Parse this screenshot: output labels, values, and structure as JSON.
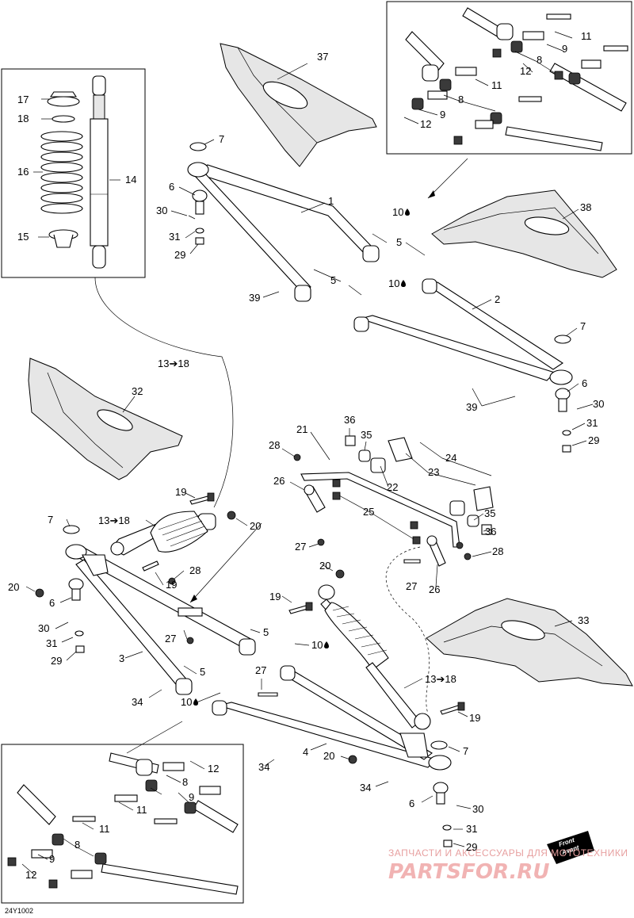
{
  "diagram": {
    "drawing_code": "24Y1002",
    "watermark_ru": "ЗАПЧАСТИ И АКСЕССУАРЫ ДЛЯ МОТОТЕХНИКИ",
    "watermark_brand": "PARTSFOR.RU",
    "front_badge_line1": "Front",
    "front_badge_line2": "Avant"
  },
  "callouts": [
    {
      "id": "c37",
      "text": "37"
    },
    {
      "id": "c7a",
      "text": "7"
    },
    {
      "id": "c6a",
      "text": "6"
    },
    {
      "id": "c30a",
      "text": "30"
    },
    {
      "id": "c31a",
      "text": "31"
    },
    {
      "id": "c29a",
      "text": "29"
    },
    {
      "id": "c1",
      "text": "1"
    },
    {
      "id": "c10a",
      "text": "10"
    },
    {
      "id": "c5a",
      "text": "5"
    },
    {
      "id": "c5b",
      "text": "5"
    },
    {
      "id": "c10b",
      "text": "10"
    },
    {
      "id": "c39a",
      "text": "39"
    },
    {
      "id": "c38",
      "text": "38"
    },
    {
      "id": "c2",
      "text": "2"
    },
    {
      "id": "c7b",
      "text": "7"
    },
    {
      "id": "c6b",
      "text": "6"
    },
    {
      "id": "c30b",
      "text": "30"
    },
    {
      "id": "c31b",
      "text": "31"
    },
    {
      "id": "c29b",
      "text": "29"
    },
    {
      "id": "c39b",
      "text": "39"
    },
    {
      "id": "c17",
      "text": "17"
    },
    {
      "id": "c18",
      "text": "18"
    },
    {
      "id": "c16",
      "text": "16"
    },
    {
      "id": "c14",
      "text": "14"
    },
    {
      "id": "c15",
      "text": "15"
    },
    {
      "id": "c13a",
      "text": "13➔18"
    },
    {
      "id": "c32",
      "text": "32"
    },
    {
      "id": "c21",
      "text": "21"
    },
    {
      "id": "c36a",
      "text": "36"
    },
    {
      "id": "c35a",
      "text": "35"
    },
    {
      "id": "c28a",
      "text": "28"
    },
    {
      "id": "c24",
      "text": "24"
    },
    {
      "id": "c22",
      "text": "22"
    },
    {
      "id": "c23",
      "text": "23"
    },
    {
      "id": "c26a",
      "text": "26"
    },
    {
      "id": "c25",
      "text": "25"
    },
    {
      "id": "c35b",
      "text": "35"
    },
    {
      "id": "c36b",
      "text": "36"
    },
    {
      "id": "c27a",
      "text": "27"
    },
    {
      "id": "c28b",
      "text": "28"
    },
    {
      "id": "c27b",
      "text": "27"
    },
    {
      "id": "c26b",
      "text": "26"
    },
    {
      "id": "c19a",
      "text": "19"
    },
    {
      "id": "c7c",
      "text": "7"
    },
    {
      "id": "c13b",
      "text": "13➔18"
    },
    {
      "id": "c20a",
      "text": "20"
    },
    {
      "id": "c19b",
      "text": "19"
    },
    {
      "id": "c28c",
      "text": "28"
    },
    {
      "id": "c20b",
      "text": "20"
    },
    {
      "id": "c6c",
      "text": "6"
    },
    {
      "id": "c30c",
      "text": "30"
    },
    {
      "id": "c31c",
      "text": "31"
    },
    {
      "id": "c29c",
      "text": "29"
    },
    {
      "id": "c27c",
      "text": "27"
    },
    {
      "id": "c3",
      "text": "3"
    },
    {
      "id": "c5c",
      "text": "5"
    },
    {
      "id": "c10c",
      "text": "10"
    },
    {
      "id": "c20c",
      "text": "20"
    },
    {
      "id": "c19c",
      "text": "19"
    },
    {
      "id": "c33",
      "text": "33"
    },
    {
      "id": "c5d",
      "text": "5"
    },
    {
      "id": "c34a",
      "text": "34"
    },
    {
      "id": "c10d",
      "text": "10"
    },
    {
      "id": "c27d",
      "text": "27"
    },
    {
      "id": "c13c",
      "text": "13➔18"
    },
    {
      "id": "c19d",
      "text": "19"
    },
    {
      "id": "c4",
      "text": "4"
    },
    {
      "id": "c20d",
      "text": "20"
    },
    {
      "id": "c7d",
      "text": "7"
    },
    {
      "id": "c34b",
      "text": "34"
    },
    {
      "id": "c34c",
      "text": "34"
    },
    {
      "id": "c6d",
      "text": "6"
    },
    {
      "id": "c30d",
      "text": "30"
    },
    {
      "id": "c31d",
      "text": "31"
    },
    {
      "id": "c29d",
      "text": "29"
    },
    {
      "id": "i11a",
      "text": "11"
    },
    {
      "id": "i9a",
      "text": "9"
    },
    {
      "id": "i8a",
      "text": "8"
    },
    {
      "id": "i12a",
      "text": "12"
    },
    {
      "id": "i11b",
      "text": "11"
    },
    {
      "id": "i8b",
      "text": "8"
    },
    {
      "id": "i9b",
      "text": "9"
    },
    {
      "id": "i12b",
      "text": "12"
    },
    {
      "id": "j12a",
      "text": "12"
    },
    {
      "id": "j8a",
      "text": "8"
    },
    {
      "id": "j9a",
      "text": "9"
    },
    {
      "id": "j11a",
      "text": "11"
    },
    {
      "id": "j11b",
      "text": "11"
    },
    {
      "id": "j8b",
      "text": "8"
    },
    {
      "id": "j9b",
      "text": "9"
    },
    {
      "id": "j12b",
      "text": "12"
    }
  ]
}
